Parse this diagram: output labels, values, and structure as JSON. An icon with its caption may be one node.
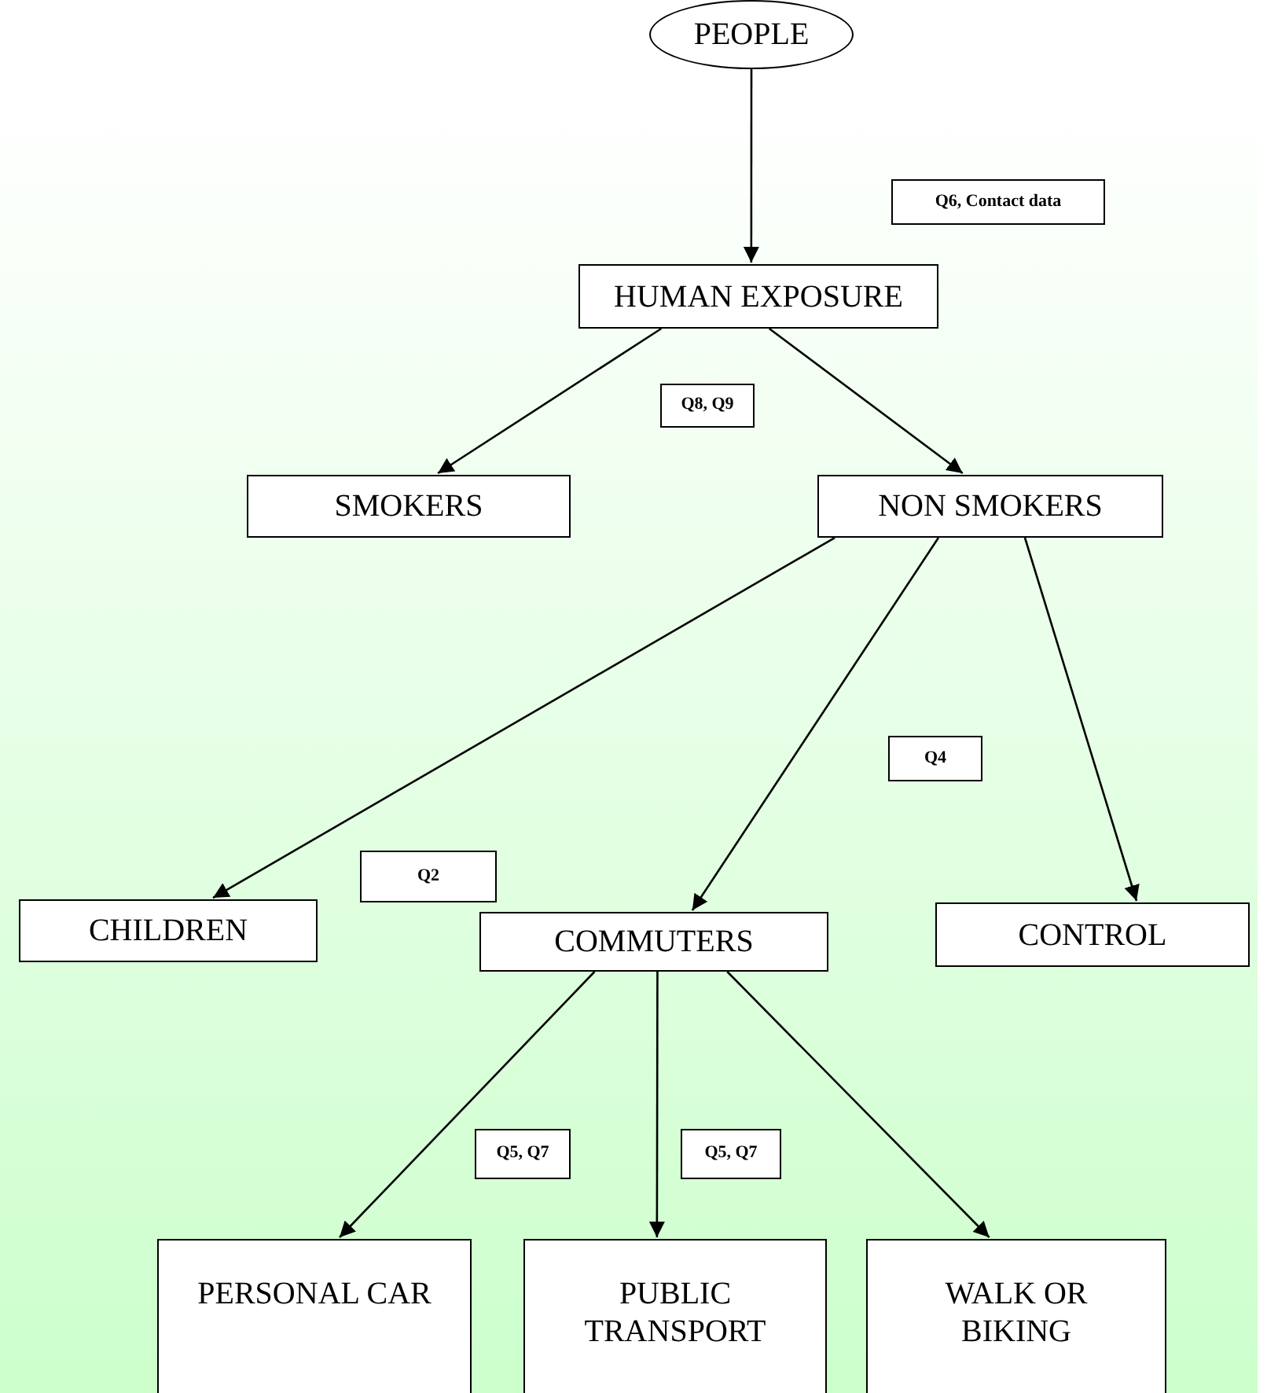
{
  "diagram": {
    "nodes": [
      {
        "text": [
          "PEOPLE"
        ]
      },
      {
        "text": [
          "HUMAN EXPOSURE"
        ]
      },
      {
        "text": [
          "SMOKERS"
        ]
      },
      {
        "text": [
          "NON SMOKERS"
        ]
      },
      {
        "text": [
          "CHILDREN"
        ]
      },
      {
        "text": [
          "COMMUTERS"
        ]
      },
      {
        "text": [
          "CONTROL"
        ]
      },
      {
        "text": [
          "PERSONAL CAR"
        ]
      },
      {
        "text": [
          "PUBLIC TRANSPORT"
        ]
      },
      {
        "text": [
          "WALK OR BIKING"
        ]
      },
      {
        "text": [
          "Q6, Contact data"
        ]
      },
      {
        "text": [
          "Q8, Q9"
        ]
      },
      {
        "text": [
          "Q4"
        ]
      },
      {
        "text": [
          "Q2"
        ]
      },
      {
        "text": [
          "Q5,  Q7"
        ]
      },
      {
        "text": [
          "Q5,  Q7"
        ]
      }
    ],
    "edges": [
      {
        "from": 0,
        "to": 1,
        "arrow": "to"
      },
      {
        "from": 1,
        "to": 2,
        "arrow": "to"
      },
      {
        "from": 1,
        "to": 3,
        "arrow": "to"
      },
      {
        "from": 3,
        "to": 4,
        "arrow": "to"
      },
      {
        "from": 3,
        "to": 5,
        "arrow": "to"
      },
      {
        "from": 3,
        "to": 6,
        "arrow": "to"
      },
      {
        "from": 5,
        "to": 7,
        "arrow": "to"
      },
      {
        "from": 5,
        "to": 8,
        "arrow": "to"
      },
      {
        "from": 5,
        "to": 9,
        "arrow": "to"
      }
    ]
  }
}
